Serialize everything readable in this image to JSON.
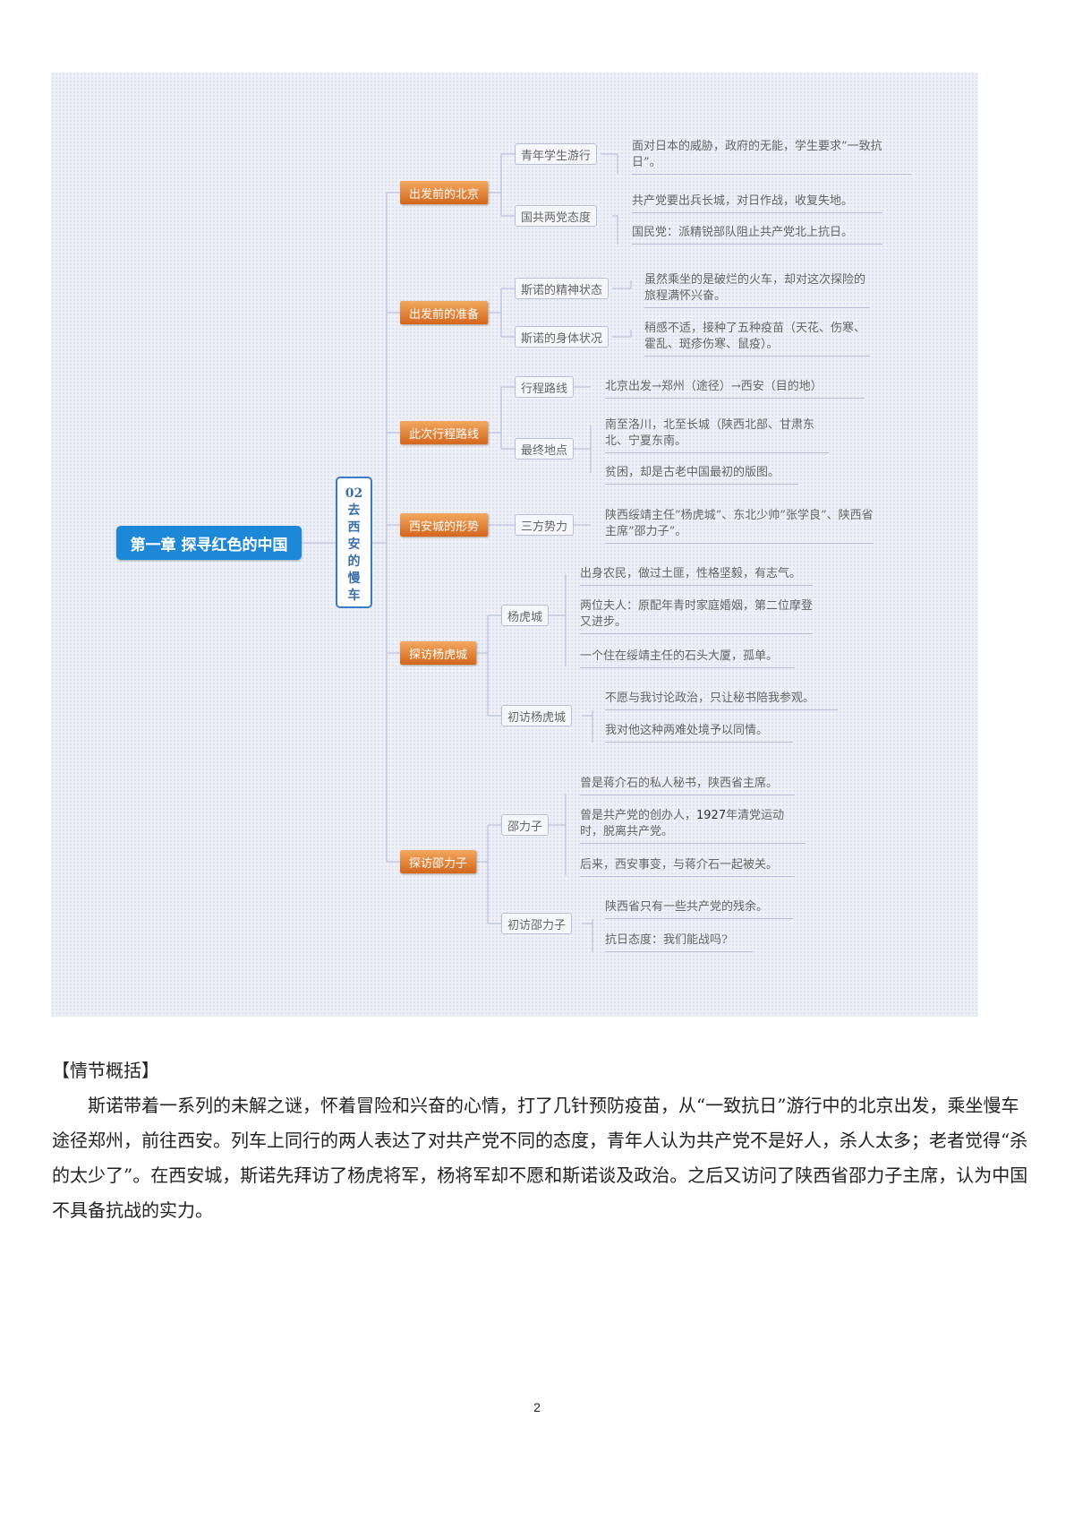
{
  "mindmap": {
    "root": "第一章 探寻红色的中国",
    "chapter": {
      "num": "02",
      "chars": [
        "去",
        "西",
        "安",
        "的",
        "慢",
        "车"
      ]
    },
    "branches": [
      {
        "label": "出发前的北京",
        "subs": [
          {
            "label": "青年学生游行",
            "leaves": [
              "面对日本的威胁，政府的无能，学生要求”一致抗日”。"
            ]
          },
          {
            "label": "国共两党态度",
            "leaves": [
              "共产党要出兵长城，对日作战，收复失地。",
              "国民党：派精锐部队阻止共产党北上抗日。"
            ]
          }
        ]
      },
      {
        "label": "出发前的准备",
        "subs": [
          {
            "label": "斯诺的精神状态",
            "leaves": [
              "虽然乘坐的是破烂的火车，却对这次探险的旅程满怀兴奋。"
            ]
          },
          {
            "label": "斯诺的身体状况",
            "leaves": [
              "稍感不适，接种了五种疫苗（天花、伤寒、霍乱、斑疹伤寒、鼠疫）。"
            ]
          }
        ]
      },
      {
        "label": "此次行程路线",
        "subs": [
          {
            "label": "行程路线",
            "leaves": [
              "北京出发→郑州（途径）→西安（目的地）"
            ]
          },
          {
            "label": "最终地点",
            "leaves": [
              "南至洛川，北至长城（陕西北部、甘肃东北、宁夏东南。",
              "贫困，却是古老中国最初的版图。"
            ]
          }
        ]
      },
      {
        "label": "西安城的形势",
        "subs": [
          {
            "label": "三方势力",
            "leaves": [
              "陕西绥靖主任”杨虎城”、东北少帅”张学良”、陕西省主席”邵力子”。"
            ]
          }
        ]
      },
      {
        "label": "探访杨虎城",
        "subs": [
          {
            "label": "杨虎城",
            "leaves": [
              "出身农民，做过土匪，性格坚毅，有志气。",
              "两位夫人：原配年青时家庭婚姻，第二位摩登又进步。",
              "一个住在绥靖主任的石头大厦，孤单。"
            ]
          },
          {
            "label": "初访杨虎城",
            "leaves": [
              "不愿与我讨论政治，只让秘书陪我参观。",
              "我对他这种两难处境予以同情。"
            ]
          }
        ]
      },
      {
        "label": "探访邵力子",
        "subs": [
          {
            "label": "邵力子",
            "leaves": [
              "曾是蒋介石的私人秘书，陕西省主席。",
              "曾是共产党的创办人，",
              "1927",
              "年清党运动时，脱离共产党。",
              "后来，西安事变，与蒋介石一起被关。"
            ]
          },
          {
            "label": "初访邵力子",
            "leaves": [
              "陕西省只有一些共产党的残余。",
              "抗日态度：我们能战吗?"
            ]
          }
        ]
      }
    ]
  },
  "summary": {
    "heading": "【情节概括】",
    "text": "斯诺带着一系列的未解之谜，怀着冒险和兴奋的心情，打了几针预防疫苗，从“一致抗日”游行中的北京出发，乘坐慢车途径郑州，前往西安。列车上同行的两人表达了对共产党不同的态度，青年人认为共产党不是好人，杀人太多；老者觉得“杀的太少了”。在西安城，斯诺先拜访了杨虎将军，杨将军却不愿和斯诺谈及政治。之后又访问了陕西省邵力子主席，认为中国不具备抗战的实力。"
  },
  "page_number": "2"
}
